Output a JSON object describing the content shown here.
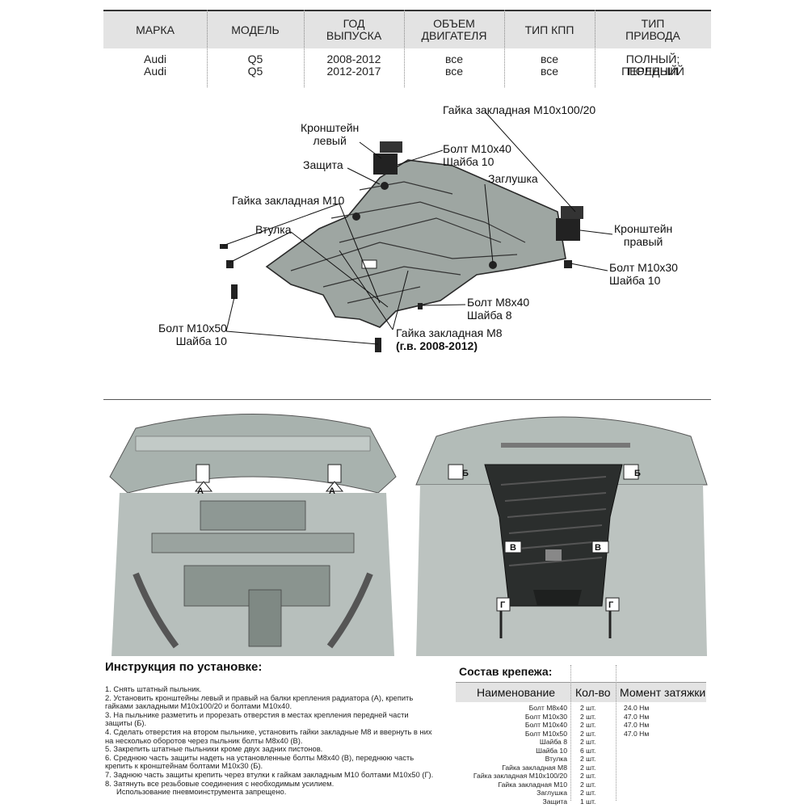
{
  "spec_table": {
    "headers": [
      "МАРКА",
      "МОДЕЛЬ",
      "ГОД ВЫПУСКА",
      "ОБЪЕМ ДВИГАТЕЛЯ",
      "ТИП КПП",
      "ТИП ПРИВОДА"
    ],
    "rows": [
      [
        "Audi",
        "Q5",
        "2008-2012",
        "все",
        "все",
        "ПОЛНЫЙ; ПЕРЕДНИЙ"
      ],
      [
        "Audi",
        "Q5",
        "2012-2017",
        "все",
        "все",
        "ПОЛНЫЙ"
      ]
    ]
  },
  "drawing_labels": {
    "nut_m10_100": "Гайка закладная М10х100/20",
    "bracket_left_1": "Кронштейн",
    "bracket_left_2": "левый",
    "bolt_m10x40_1": "Болт М10х40",
    "bolt_m10x40_2": "Шайба 10",
    "guard": "Защита",
    "plug": "Заглушка",
    "nut_m10": "Гайка закладная М10",
    "bushing": "Втулка",
    "bracket_right_1": "Кронштейн",
    "bracket_right_2": "правый",
    "bolt_m10x30_1": "Болт М10х30",
    "bolt_m10x30_2": "Шайба 10",
    "bolt_m8x40_1": "Болт М8х40",
    "bolt_m8x40_2": "Шайба 8",
    "bolt_m10x50_1": "Болт М10х50",
    "bolt_m10x50_2": "Шайба 10",
    "nut_m8": "Гайка закладная М8",
    "nut_m8_note": "(г.в. 2008-2012)"
  },
  "photo_markers": {
    "a": "А",
    "b": "Б",
    "v": "В",
    "g": "Г"
  },
  "instructions": {
    "title": "Инструкция по установке:",
    "lines": [
      "1. Снять штатный пыльник.",
      "2. Установить кронштейны левый и правый на балки крепления радиатора (А), крепить",
      "гайками закладными М10х100/20 и болтами М10х40.",
      "3. На пыльнике разметить и прорезать отверстия в местах крепления передней части",
      "защиты (Б).",
      "4. Сделать отверстия на втором пыльнике, установить гайки закладные М8 и ввернуть в них",
      "на несколько оборотов через пыльник болты М8х40 (В).",
      "5. Закрепить штатные пыльники кроме двух задних пистонов.",
      "6. Среднюю часть защиты надеть на установленные болты М8х40 (В), переднюю часть",
      "крепить к кронштейнам болтами М10х30 (Б).",
      "7. Заднюю часть защиты крепить через втулки к гайкам закладным М10 болтами М10х50 (Г).",
      "8. Затянуть все резьбовые соединения с необходимым усилием.",
      "Использование пневмоинструмента запрещено."
    ]
  },
  "fasteners": {
    "title": "Состав крепежа:",
    "col_name": "Наименование",
    "col_qty": "Кол-во",
    "col_torque": "Момент затяжки",
    "names": [
      "Болт М8х40",
      "Болт М10х30",
      "Болт М10х40",
      "Болт М10х50",
      "Шайба 8",
      "Шайба 10",
      "Втулка",
      "Гайка закладная М8",
      "Гайка закладная М10х100/20",
      "Гайка закладная М10",
      "Заглушка",
      "Защита"
    ],
    "qty": [
      "2 шт.",
      "2 шт.",
      "2 шт.",
      "2 шт.",
      "2 шт.",
      "6 шт.",
      "2 шт.",
      "2 шт.",
      "2 шт.",
      "2 шт.",
      "2 шт.",
      "1 шт."
    ],
    "torque": [
      "24.0 Нм",
      "47.0 Нм",
      "47.0 Нм",
      "47.0 Нм"
    ]
  }
}
